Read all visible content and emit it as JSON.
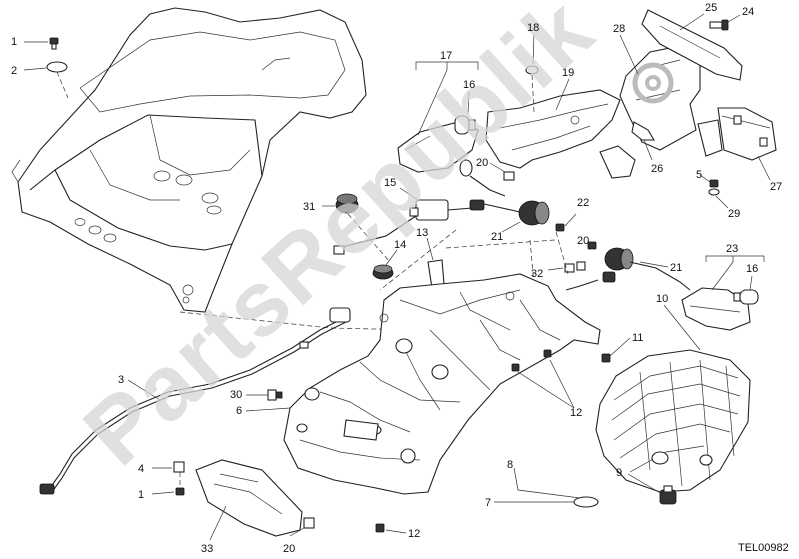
{
  "diagram": {
    "drawing_code": "TEL00982",
    "watermark": "PartsRepublik",
    "callouts": {
      "c1a": "1",
      "c2": "2",
      "c31": "31",
      "c17": "17",
      "c16a": "16",
      "c18": "18",
      "c19": "19",
      "c28": "28",
      "c25": "25",
      "c24": "24",
      "c20a": "20",
      "c26": "26",
      "c15": "15",
      "c21a": "21",
      "c22": "22",
      "c5": "5",
      "c29": "29",
      "c27": "27",
      "c13": "13",
      "c14": "14",
      "c20b": "20",
      "c32": "32",
      "c23": "23",
      "c16b": "16",
      "c21b": "21",
      "c10": "10",
      "c11": "11",
      "c3": "3",
      "c30": "30",
      "c6": "6",
      "c12a": "12",
      "c4": "4",
      "c1b": "1",
      "c8": "8",
      "c9": "9",
      "c7": "7",
      "c33": "33",
      "c20c": "20",
      "c12b": "12"
    }
  }
}
